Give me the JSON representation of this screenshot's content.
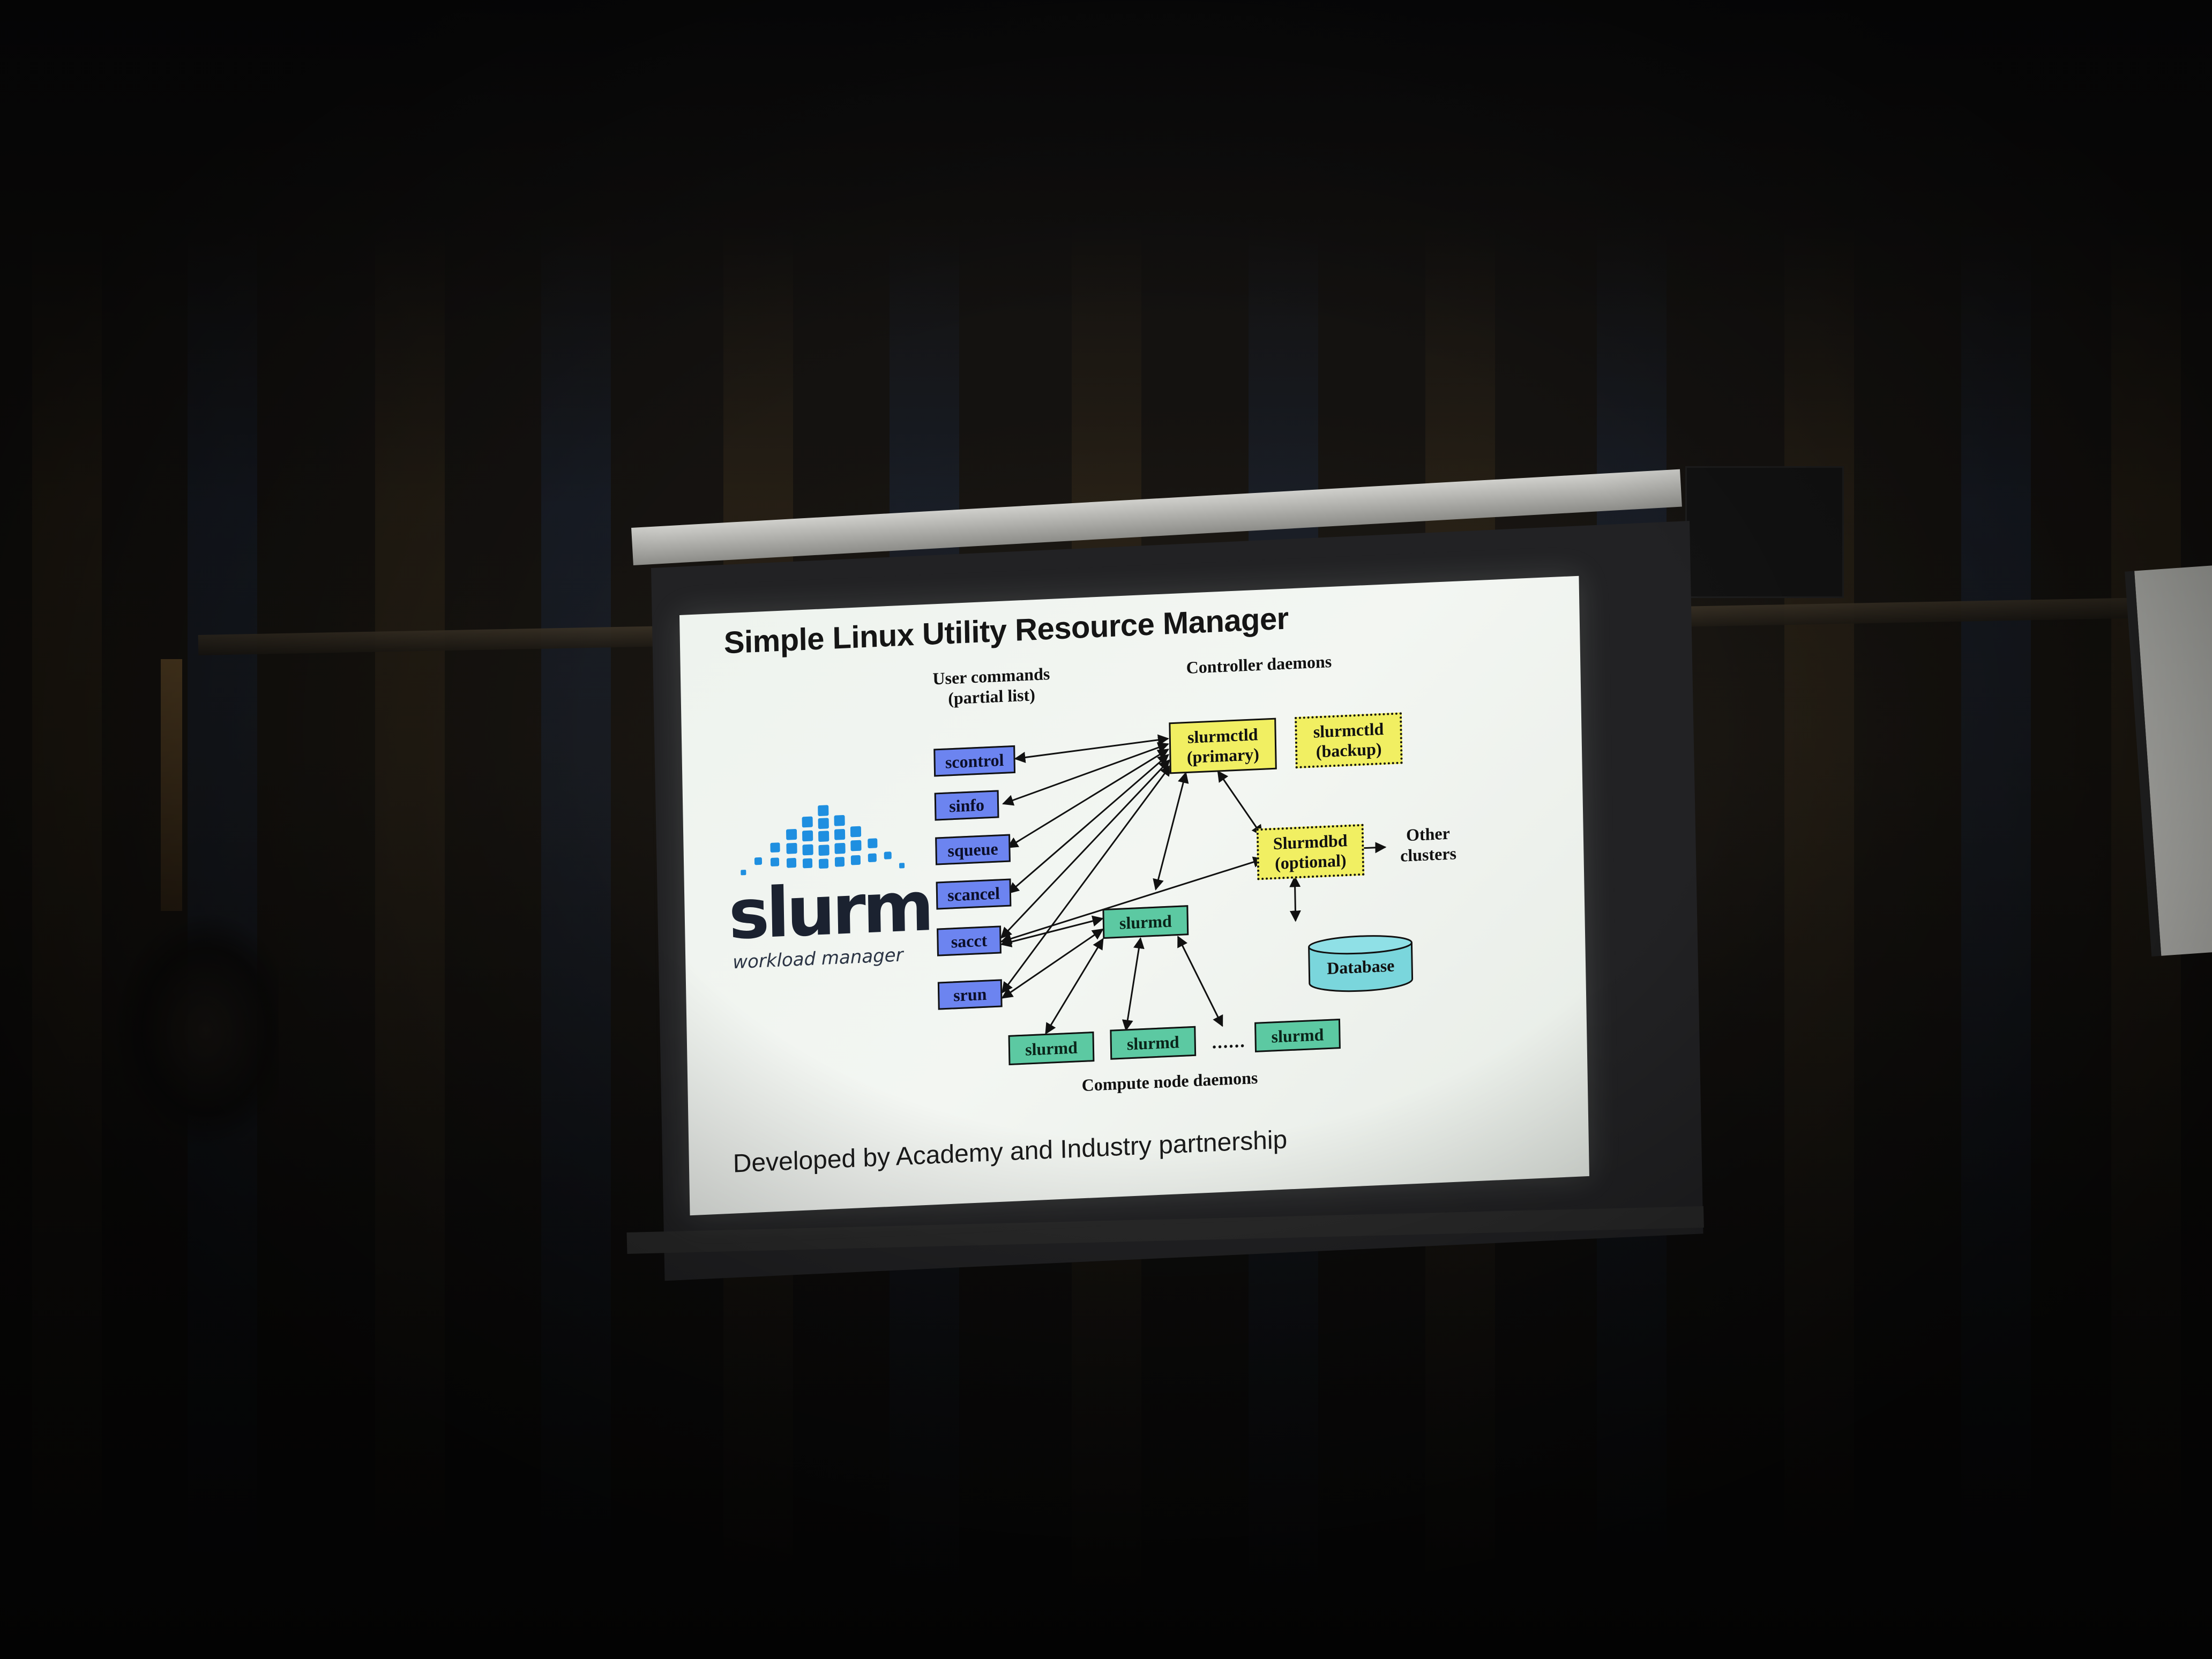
{
  "slide": {
    "title": "Simple Linux Utility Resource Manager",
    "footer": "Developed by Academy and Industry partnership",
    "logo": {
      "wordmark": "slurm",
      "tagline": "workload manager",
      "icon": "slurm-dots-logo-icon",
      "color": "#1f8fe0"
    }
  },
  "diagram": {
    "labels": {
      "user_commands_line1": "User commands",
      "user_commands_line2": "(partial list)",
      "controller_daemons": "Controller daemons",
      "compute_node_daemons": "Compute node daemons",
      "other_clusters_line1": "Other",
      "other_clusters_line2": "clusters"
    },
    "commands": [
      "scontrol",
      "sinfo",
      "squeue",
      "scancel",
      "sacct",
      "srun"
    ],
    "controllers": {
      "primary_line1": "slurmctld",
      "primary_line2": "(primary)",
      "backup_line1": "slurmctld",
      "backup_line2": "(backup)",
      "dbd_line1": "Slurmdbd",
      "dbd_line2": "(optional)"
    },
    "database": "Database",
    "daemons": {
      "main": "slurmd",
      "node1": "slurmd",
      "node2": "slurmd",
      "node3": "slurmd",
      "separator": "......"
    },
    "colors": {
      "commands": "#6c84f0",
      "controllers": "#f1ef62",
      "daemons": "#5cc9a2",
      "database": "#7ad6dc"
    }
  }
}
